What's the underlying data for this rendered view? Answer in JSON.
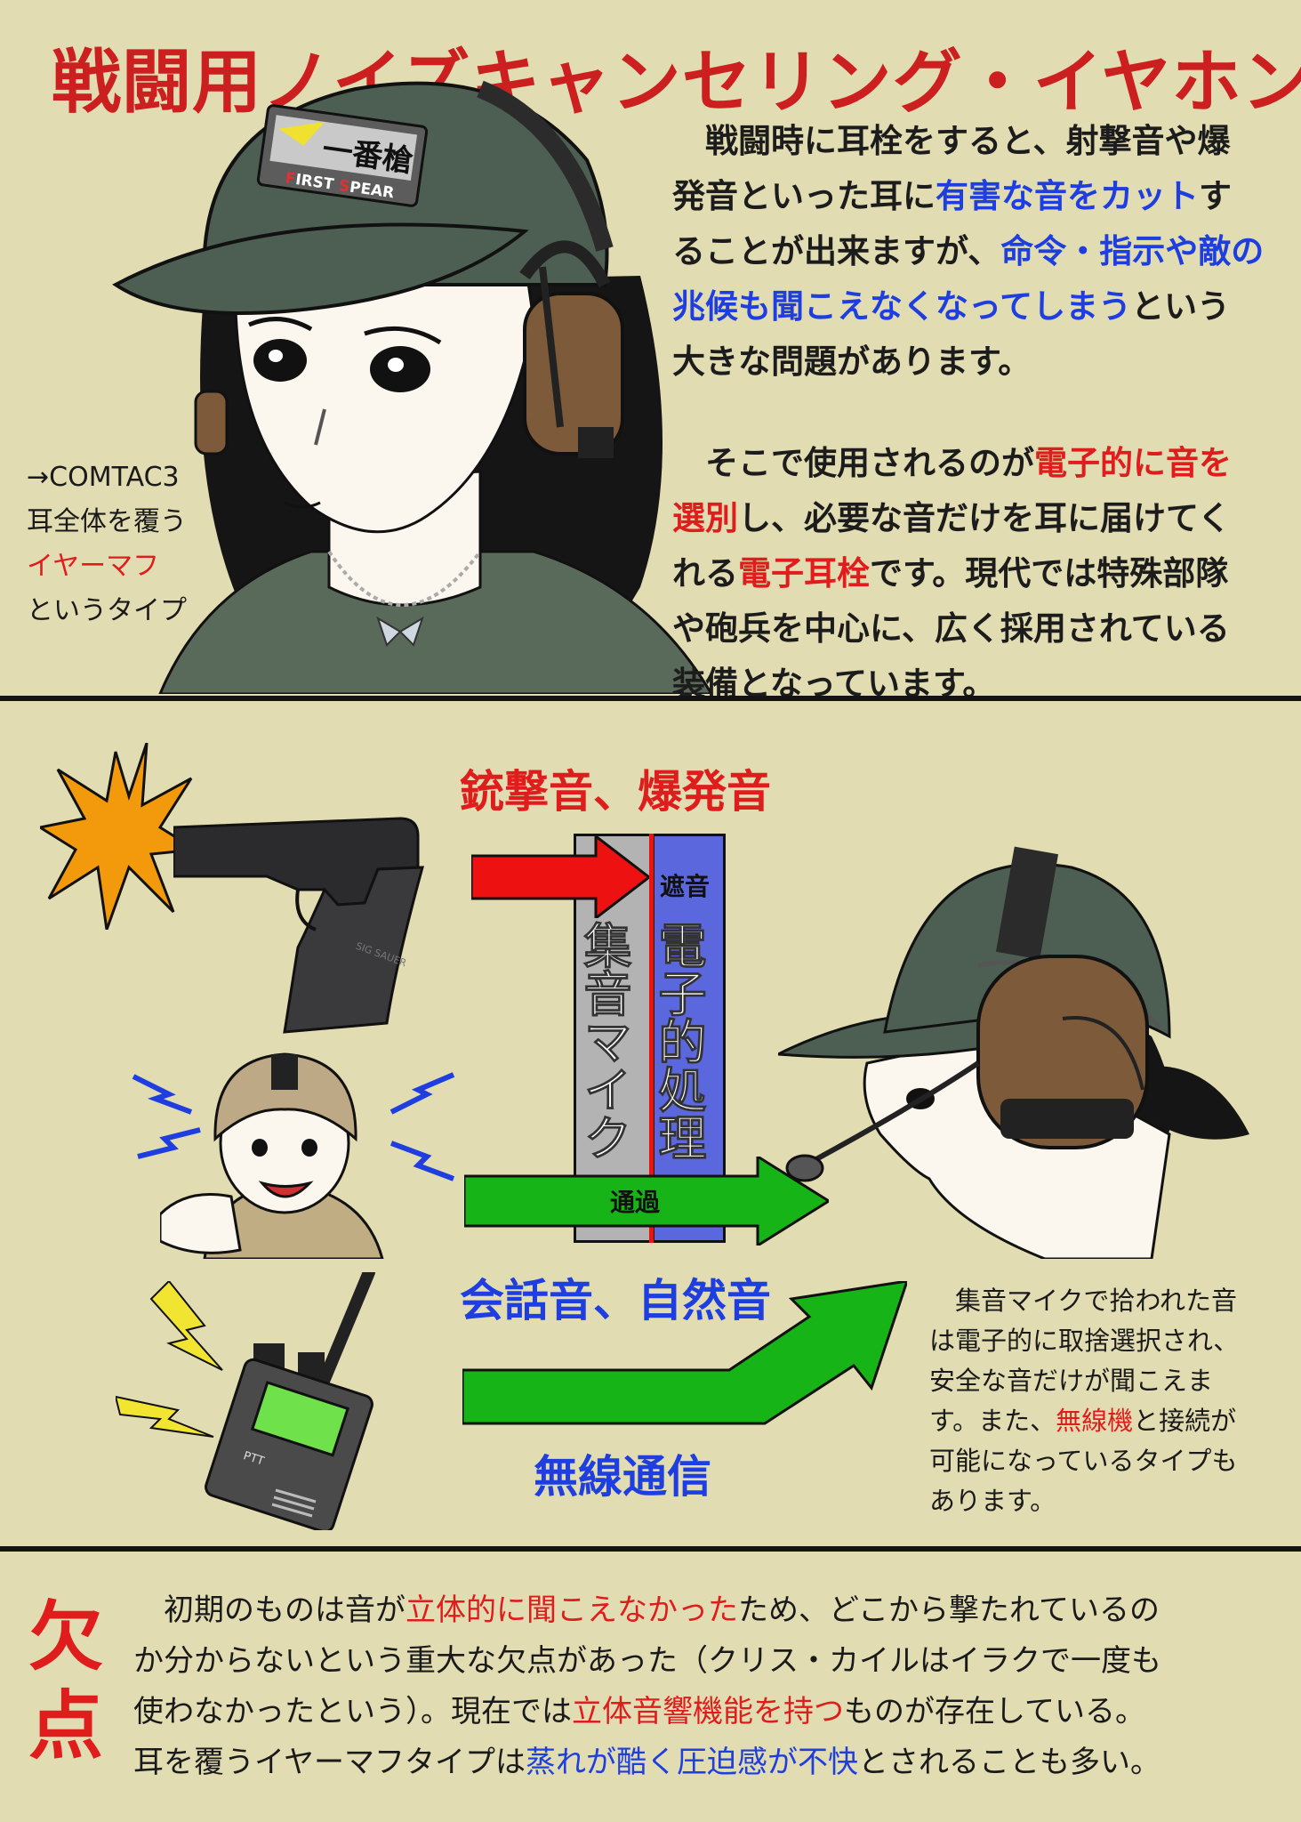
{
  "title": {
    "part1": "戦闘用",
    "part2": "ノイズキャンセリング・イヤホン"
  },
  "intro": {
    "p1_a": "　戦闘時に耳栓をすると、射撃音や爆",
    "p1_b": "発音といった耳に",
    "p1_b_hl": "有害な音をカット",
    "p1_b_end": "す",
    "p1_c": "ることが出来ますが、",
    "p1_c_hl": "命令・指示や敵の",
    "p1_d_hl": "兆候も聞こえなくなってしまう",
    "p1_d_end": "という",
    "p1_e": "大きな問題があります。",
    "p2_a": "　そこで使用されるのが",
    "p2_a_hl": "電子的に音を",
    "p2_b_hl": "選別",
    "p2_b": "し、必要な音だけを耳に届けてく",
    "p2_c": "れる",
    "p2_c_hl": "電子耳栓",
    "p2_c_end": "です。現代では特殊部隊",
    "p2_d": "や砲兵を中心に、広く採用されている",
    "p2_e": "装備となっています。"
  },
  "side_note": {
    "line1": "→COMTAC3",
    "line2": "耳全体を覆う",
    "line3": "イヤーマフ",
    "line4": "というタイプ"
  },
  "patch": {
    "kanji": "一番槍",
    "brand_f": "F",
    "brand_irst": "IRST ",
    "brand_s": "S",
    "brand_pear": "PEAR"
  },
  "diagram": {
    "gunshot_label": "銃撃音、爆発音",
    "block_label": "遮音",
    "mic_label": "集音マイク",
    "processing_label": "電子的処理",
    "pass_label": "通過",
    "conversation_label": "会話音、自然音",
    "radio_label": "無線通信",
    "radio_ptt": "PTT",
    "pistol_text": "SIG SAUER",
    "note_a": "　集音マイクで拾われた音",
    "note_b": "は電子的に取捨選択され、",
    "note_c": "安全な音だけが聞こえま",
    "note_d": "す。また、",
    "note_d_hl": "無線機",
    "note_d_end": "と接続が",
    "note_e": "可能になっているタイプも",
    "note_f": "あります。"
  },
  "drawback": {
    "heading_1": "欠",
    "heading_2": "点",
    "l1_a": "　初期のものは音が",
    "l1_hl": "立体的に聞こえなかった",
    "l1_b": "ため、どこから撃たれているの",
    "l2": "か分からないという重大な欠点があった（クリス・カイルはイラクで一度も",
    "l3_a": "使わなかったという）。現在では",
    "l3_hl": "立体音響機能を持つ",
    "l3_b": "ものが存在している。",
    "l4_a": "耳を覆うイヤーマフタイプは",
    "l4_hl": "蒸れが酷く圧迫感が不快",
    "l4_b": "とされることも多い。"
  },
  "colors": {
    "background": "#e2dcb2",
    "title_red": "#cc1f1f",
    "highlight_red": "#e01d1d",
    "highlight_blue": "#1e3ee0",
    "cap_green": "#4d5e52",
    "earcup_brown": "#7c5a3a",
    "arrow_red": "#ee1111",
    "arrow_green": "#16b416",
    "band_blue": "#5b67dc",
    "band_grey": "#b3b3b3"
  }
}
